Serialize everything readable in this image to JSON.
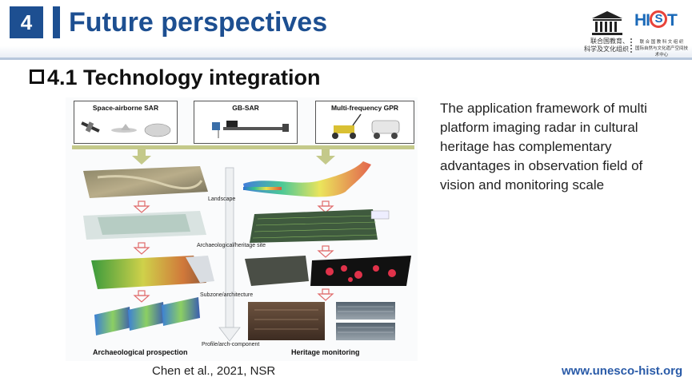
{
  "header": {
    "section_number": "4",
    "title": "Future perspectives",
    "logos": {
      "unesco_icon": "unesco-temple-icon",
      "hist_text": "HIST",
      "hist_left": "HI",
      "hist_ring": "S",
      "hist_right": "T",
      "chinese_left_line1": "联合国教育、",
      "chinese_left_line2": "科学及文化组织",
      "chinese_right_line1": "联 合 国 教 科 文 组 织",
      "chinese_right_line2": "国际自然与文化遗产空间技术中心"
    }
  },
  "subtitle": {
    "checkbox_icon": "square-bullet-icon",
    "text": "4.1 Technology integration"
  },
  "figure": {
    "platforms": [
      {
        "label": "Space-airborne SAR"
      },
      {
        "label": "GB-SAR"
      },
      {
        "label": "Multi-frequency GPR"
      }
    ],
    "scale_levels": [
      "Landscape",
      "Archaeological/heritage site",
      "Subzone/architecture",
      "Profile/arch-component"
    ],
    "column_labels": {
      "left": "Archaeological prospection",
      "right": "Heritage monitoring"
    },
    "colors": {
      "arrow_green": "#c4c98a",
      "arrow_red": "#e06b6b",
      "scale_arrow": "#cfd3d7"
    }
  },
  "description": {
    "text": "The application framework of multi platform imaging radar in cultural heritage has complementary advantages in observation field of vision and monitoring scale"
  },
  "footer": {
    "citation": "Chen et al., 2021, NSR",
    "website": "www.unesco-hist.org"
  }
}
